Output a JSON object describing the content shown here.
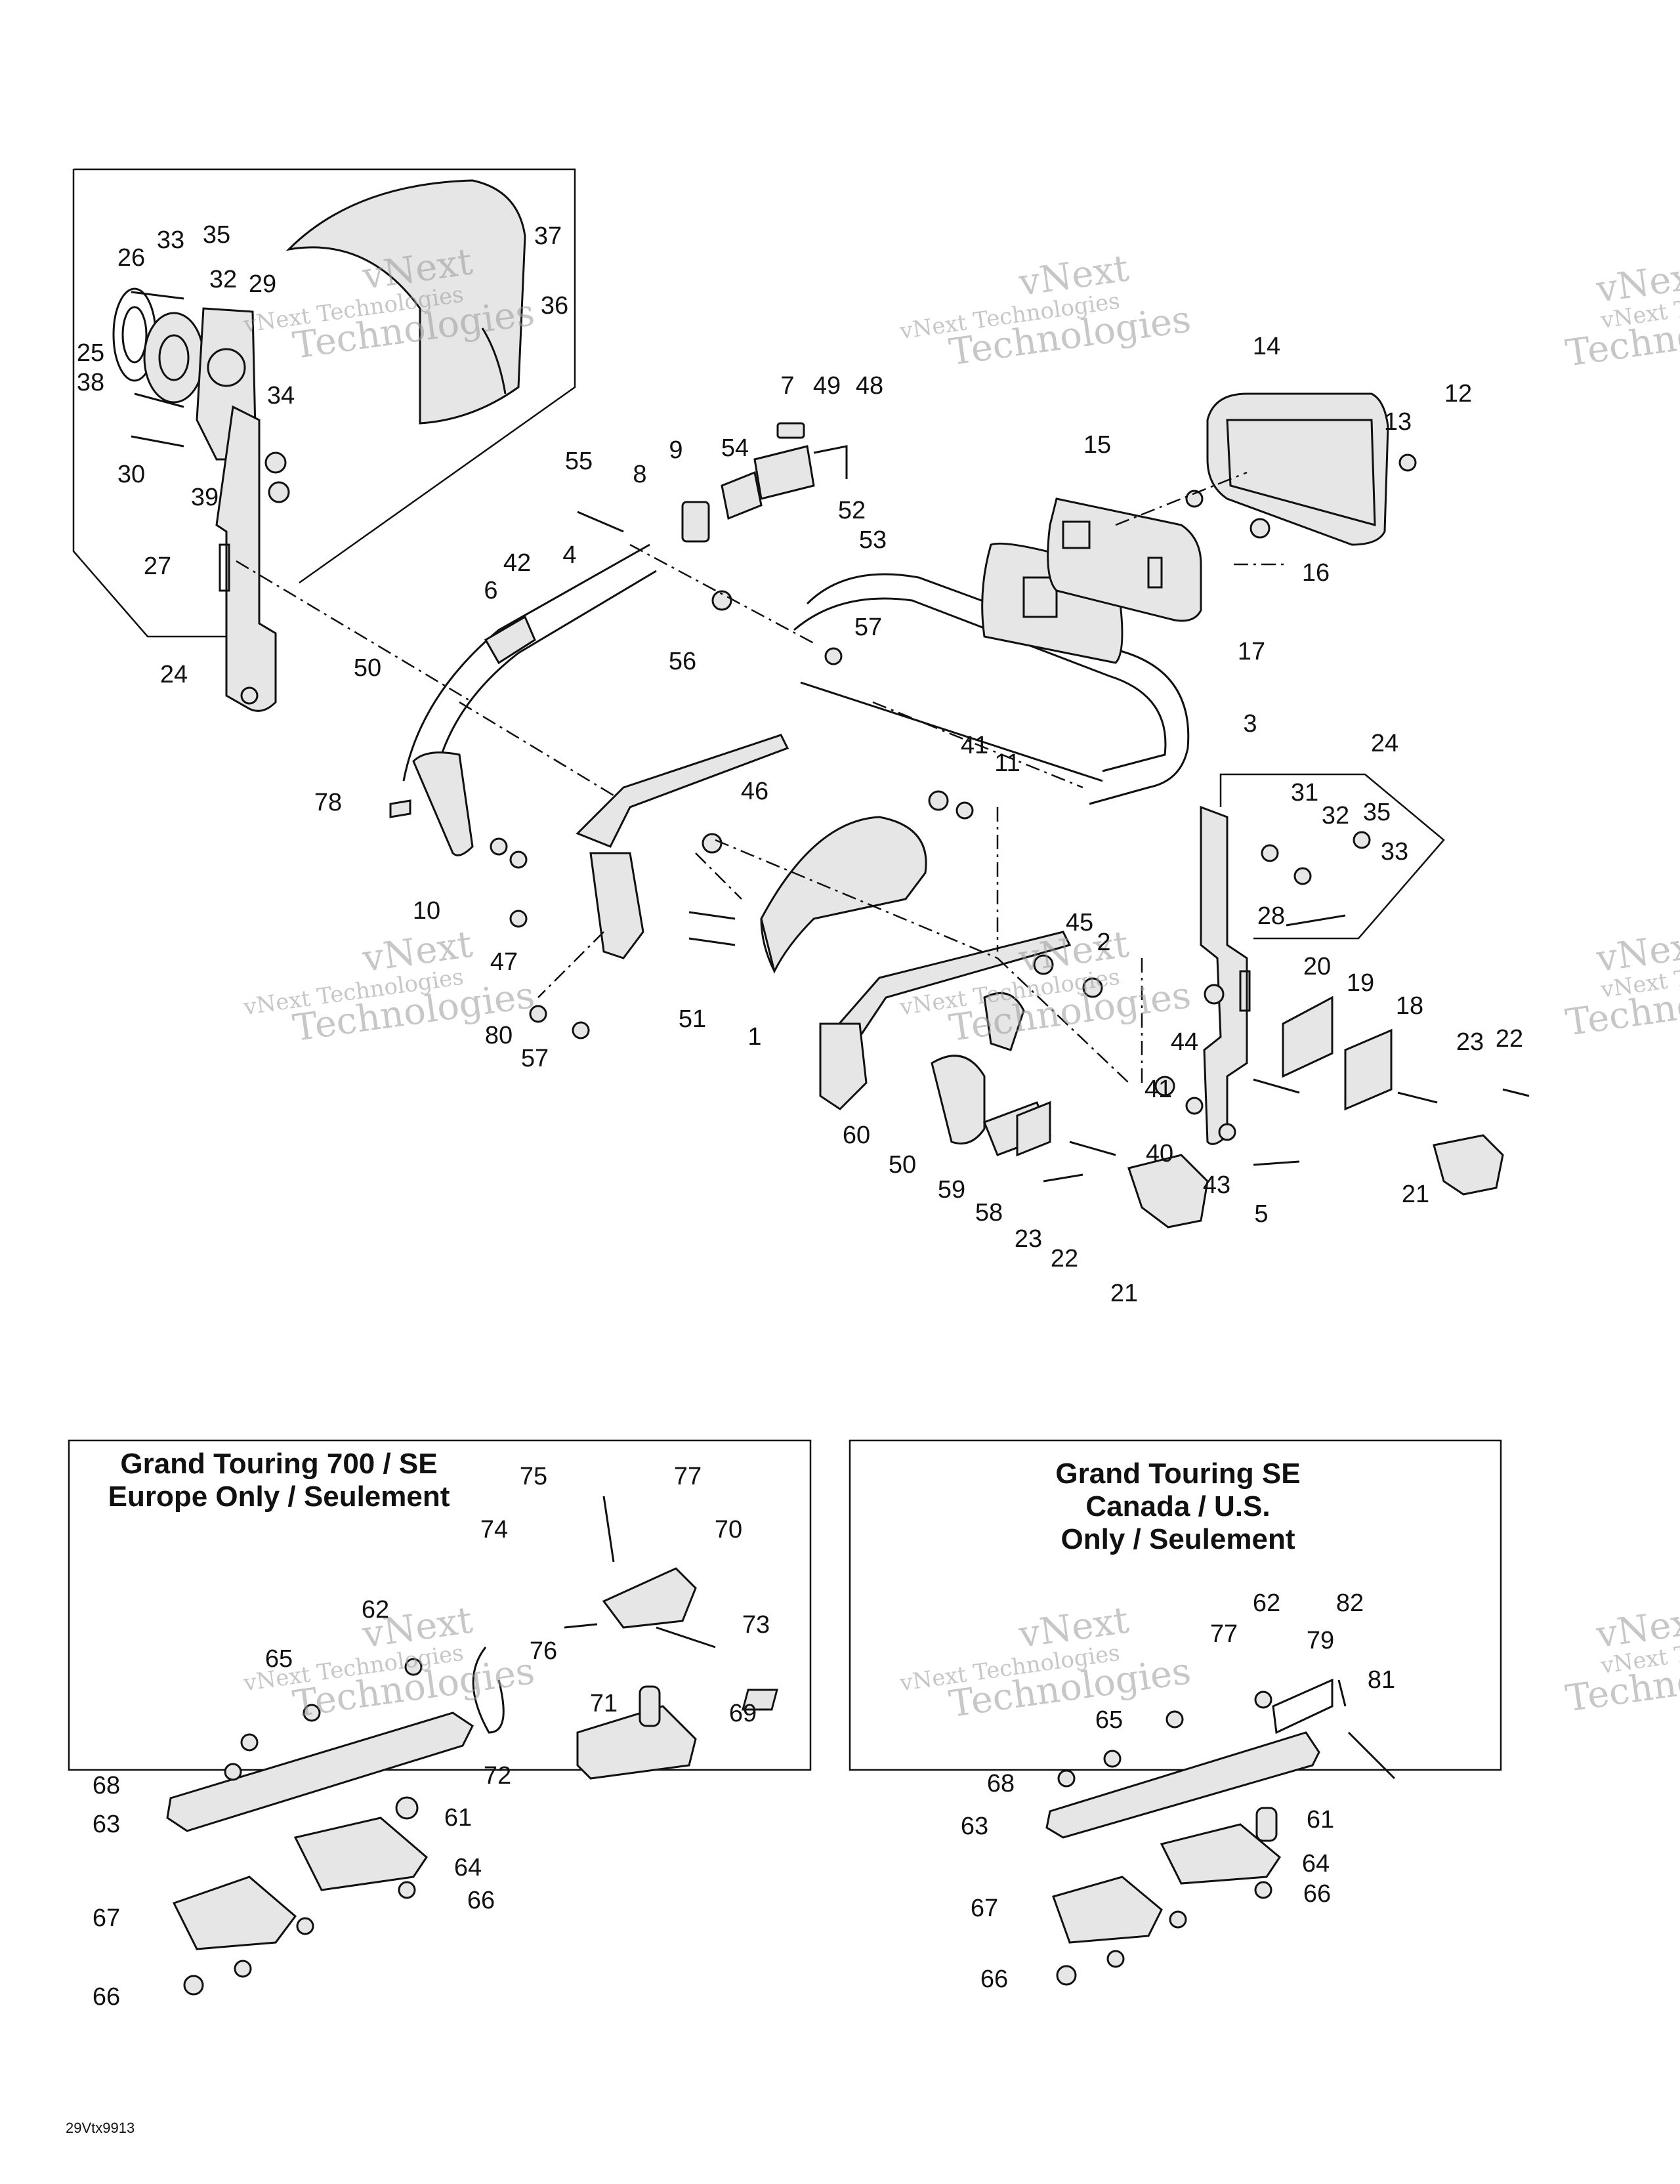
{
  "boxes": {
    "europe_title_1": "Grand Touring 700 / SE",
    "europe_title_2": "Europe Only / Seulement",
    "canada_title_1": "Grand Touring SE",
    "canada_title_2": "Canada / U.S.",
    "canada_title_3": "Only / Seulement"
  },
  "watermark": {
    "line1": "vNext",
    "line2": "vNext Technologies",
    "line3": "Technologies"
  },
  "footer": {
    "code": "29Vtx9913"
  },
  "callouts": [
    "33",
    "35",
    "26",
    "32",
    "29",
    "37",
    "36",
    "25",
    "38",
    "34",
    "30",
    "39",
    "27",
    "24",
    "7",
    "49",
    "48",
    "14",
    "12",
    "13",
    "54",
    "52",
    "9",
    "8",
    "55",
    "15",
    "16",
    "17",
    "53",
    "57",
    "56",
    "42",
    "4",
    "6",
    "50",
    "3",
    "78",
    "41",
    "11",
    "46",
    "24",
    "31",
    "32",
    "35",
    "33",
    "10",
    "47",
    "45",
    "2",
    "28",
    "20",
    "19",
    "18",
    "23",
    "22",
    "80",
    "57",
    "51",
    "1",
    "44",
    "60",
    "50",
    "59",
    "58",
    "41",
    "40",
    "43",
    "5",
    "21",
    "23",
    "22",
    "21",
    "75",
    "77",
    "74",
    "70",
    "73",
    "62",
    "65",
    "76",
    "71",
    "69",
    "68",
    "63",
    "72",
    "61",
    "64",
    "66",
    "67",
    "66",
    "77",
    "62",
    "82",
    "79",
    "81",
    "65",
    "68",
    "63",
    "61",
    "64",
    "66",
    "67",
    "66"
  ]
}
